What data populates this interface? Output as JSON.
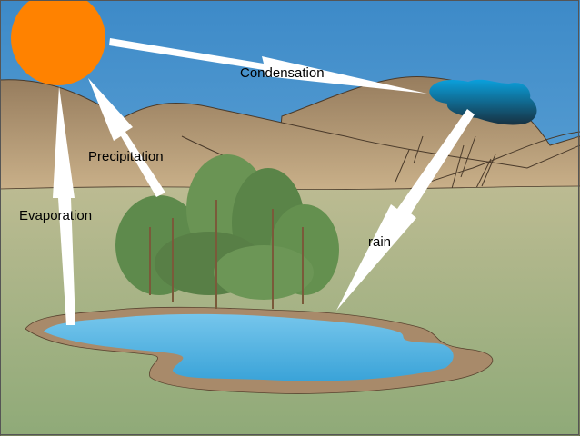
{
  "labels": {
    "condensation": "Condensation",
    "precipitation": "Precipitation",
    "evaporation": "Evaporation",
    "rain": "rain"
  },
  "colors": {
    "sky": "#6fb0dc",
    "sun": "#ff8200",
    "ground": "#b5b88e",
    "water": "#5bb8e4",
    "hills": "#b49a76",
    "trees": "#5e8a4c"
  }
}
